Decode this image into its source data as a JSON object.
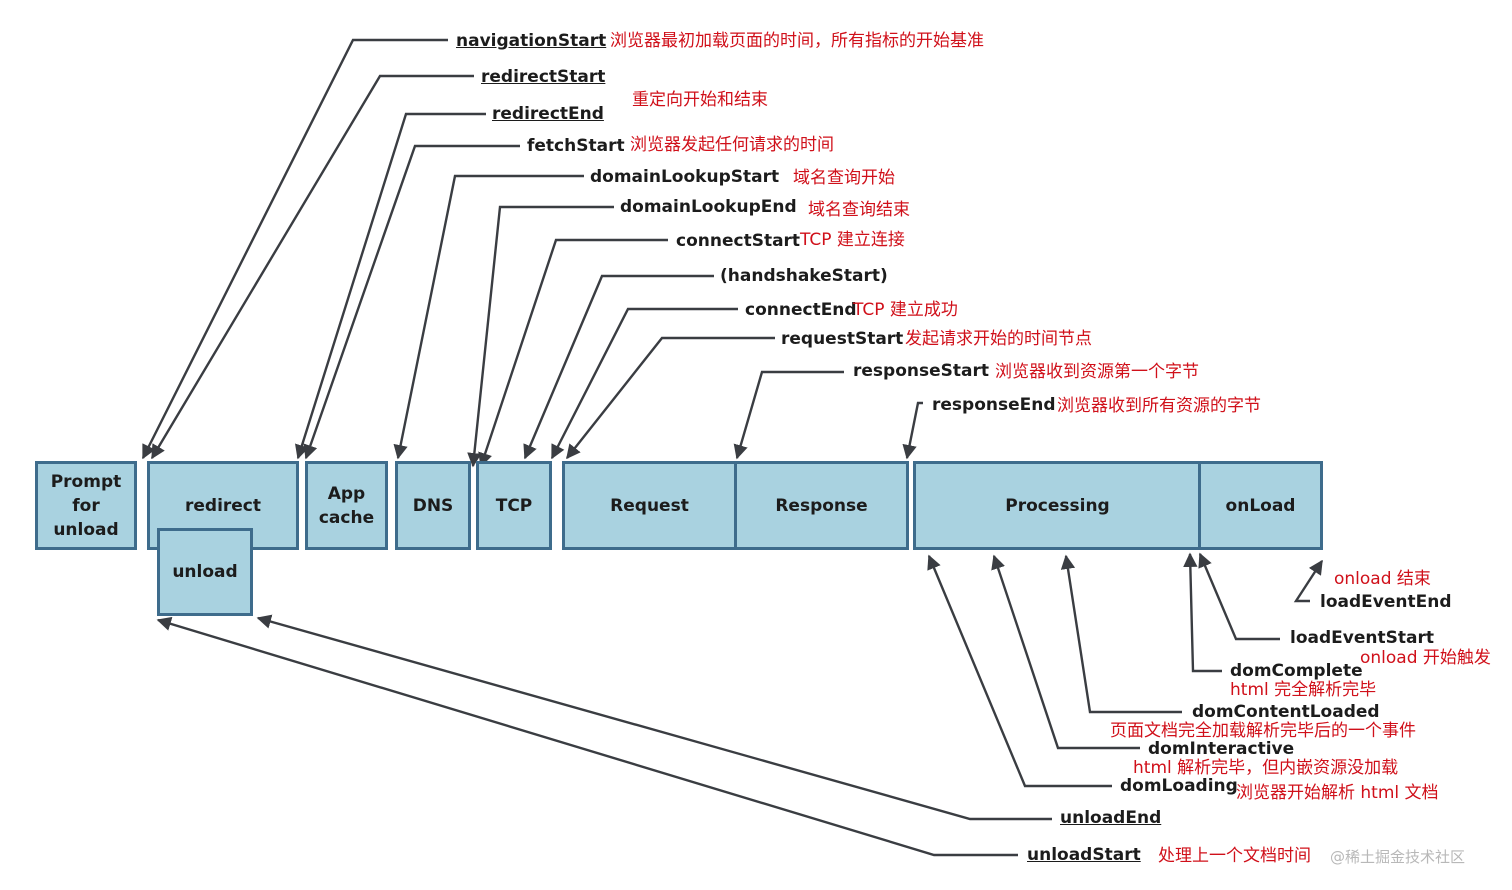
{
  "phases": {
    "prompt": "Prompt\nfor\nunload",
    "redirect": "redirect",
    "unload": "unload",
    "appcache": "App\ncache",
    "dns": "DNS",
    "tcp": "TCP",
    "request": "Request",
    "response": "Response",
    "processing": "Processing",
    "onload": "onLoad"
  },
  "events": {
    "navigationStart": "navigationStart",
    "redirectStart": "redirectStart",
    "redirectEnd": "redirectEnd",
    "fetchStart": "fetchStart",
    "domainLookupStart": "domainLookupStart",
    "domainLookupEnd": "domainLookupEnd",
    "connectStart": "connectStart",
    "handshakeStart": "(handshakeStart)",
    "connectEnd": "connectEnd",
    "requestStart": "requestStart",
    "responseStart": "responseStart",
    "responseEnd": "responseEnd",
    "loadEventEnd": "loadEventEnd",
    "loadEventStart": "loadEventStart",
    "domComplete": "domComplete",
    "domContentLoaded": "domContentLoaded",
    "domInteractive": "domInteractive",
    "domLoading": "domLoading",
    "unloadEnd": "unloadEnd",
    "unloadStart": "unloadStart"
  },
  "notes": {
    "navigationStart": "浏览器最初加载页面的时间，所有指标的开始基准",
    "redirect": "重定向开始和结束",
    "fetchStart": "浏览器发起任何请求的时间",
    "domainLookupStart": "域名查询开始",
    "domainLookupEnd": "域名查询结束",
    "connectStart": "TCP 建立连接",
    "connectEnd": "TCP 建立成功",
    "requestStart": "发起请求开始的时间节点",
    "responseStart": "浏览器收到资源第一个字节",
    "responseEnd": "浏览器收到所有资源的字节",
    "loadEventEnd": "onload 结束",
    "loadEventStart": "onload 开始触发",
    "domComplete": "html 完全解析完毕",
    "domContentLoaded": "页面文档完全加载解析完毕后的一个事件",
    "domInteractive": "html 解析完毕，但内嵌资源没加载",
    "domLoading": "浏览器开始解析 html 文档",
    "unloadStart": "处理上一个文档时间"
  },
  "watermark": "@稀土掘金技术社区",
  "colors": {
    "box_fill": "#a9d2e0",
    "box_border": "#3e6c8c",
    "line": "#3a3d42",
    "note": "#d0101a"
  }
}
